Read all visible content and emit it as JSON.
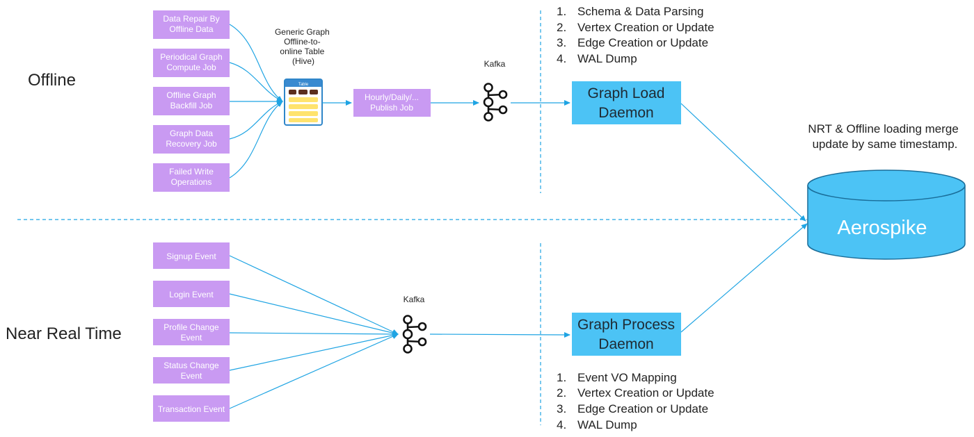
{
  "sections": {
    "offline": "Offline",
    "nrt": "Near Real Time"
  },
  "offline_sources": [
    [
      "Data Repair By",
      "Offline Data"
    ],
    [
      "Periodical Graph",
      "Compute Job"
    ],
    [
      "Offline Graph",
      "Backfill Job"
    ],
    [
      "Graph Data",
      "Recovery Job"
    ],
    [
      "Failed Write",
      "Operations"
    ]
  ],
  "hive_table": {
    "caption": [
      "Generic Graph",
      "Offline-to-",
      "online Table",
      "(Hive)"
    ],
    "icon_title": "Table"
  },
  "publish_job": [
    "Hourly/Daily/...",
    "Publish Job"
  ],
  "kafka_offline": "Kafka",
  "kafka_nrt": "Kafka",
  "graph_load_daemon": [
    "Graph Load",
    "Daemon"
  ],
  "graph_process_daemon": [
    "Graph Process",
    "Daemon"
  ],
  "load_steps": [
    "Schema & Data Parsing",
    "Vertex Creation or Update",
    "Edge Creation or Update",
    "WAL Dump"
  ],
  "process_steps": [
    "Event VO Mapping",
    "Vertex Creation or Update",
    "Edge Creation or Update",
    "WAL Dump"
  ],
  "merge_note": [
    "NRT & Offline loading merge",
    "update by same timestamp."
  ],
  "aerospike": "Aerospike",
  "nrt_events": [
    [
      "Signup Event"
    ],
    [
      "Login Event"
    ],
    [
      "Profile Change",
      "Event"
    ],
    [
      "Status Change",
      "Event"
    ],
    [
      "Transaction Event"
    ]
  ],
  "colors": {
    "source_box": "#c99af2",
    "daemon_box": "#4cc3f5",
    "connector": "#1fa4e3",
    "table_icon": "#ffe36e"
  }
}
